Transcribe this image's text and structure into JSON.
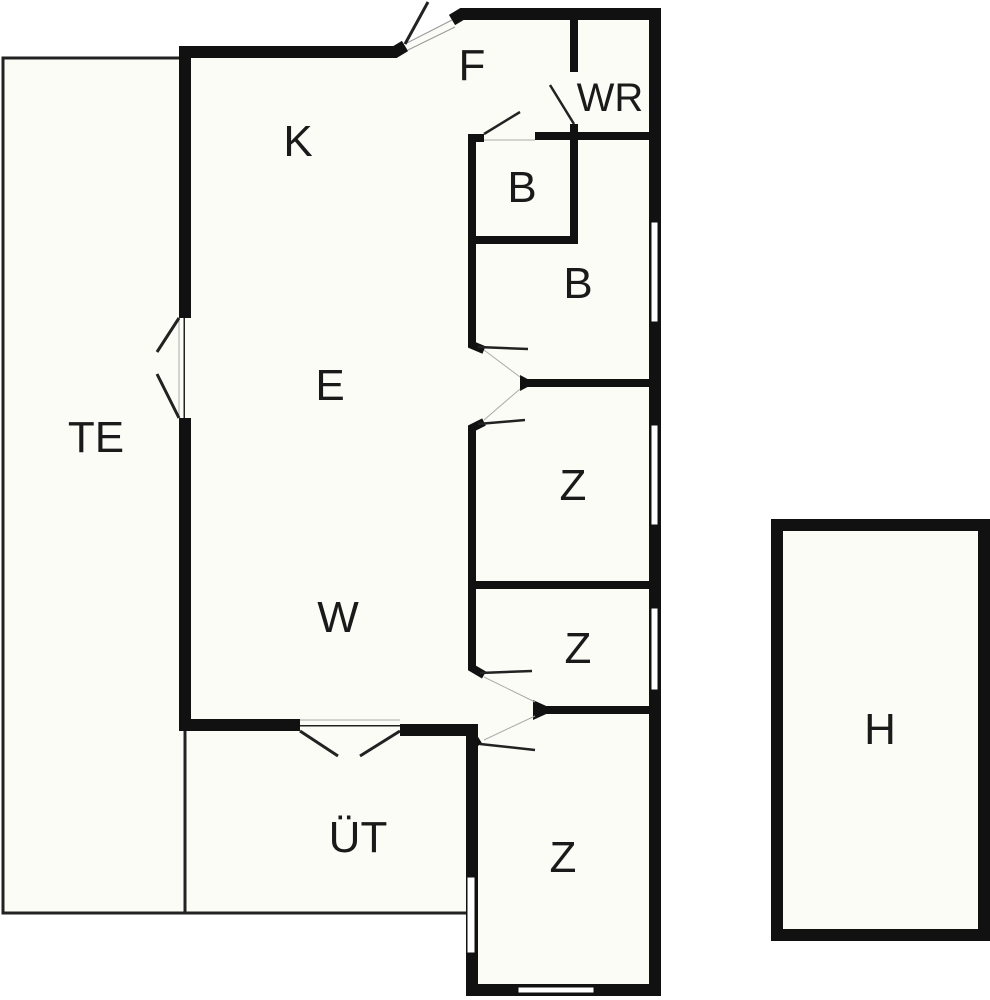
{
  "colors": {
    "fill": "#fcfcf7",
    "wall": "#111111",
    "thin": "#222222",
    "window": "#ffffff"
  },
  "rooms": {
    "te": {
      "label": "TE"
    },
    "k": {
      "label": "K"
    },
    "f": {
      "label": "F"
    },
    "wr": {
      "label": "WR"
    },
    "b1": {
      "label": "B"
    },
    "b2": {
      "label": "B"
    },
    "e": {
      "label": "E"
    },
    "w": {
      "label": "W"
    },
    "z1": {
      "label": "Z"
    },
    "z2": {
      "label": "Z"
    },
    "z3": {
      "label": "Z"
    },
    "ut": {
      "label": "ÜT"
    },
    "h": {
      "label": "H"
    }
  }
}
